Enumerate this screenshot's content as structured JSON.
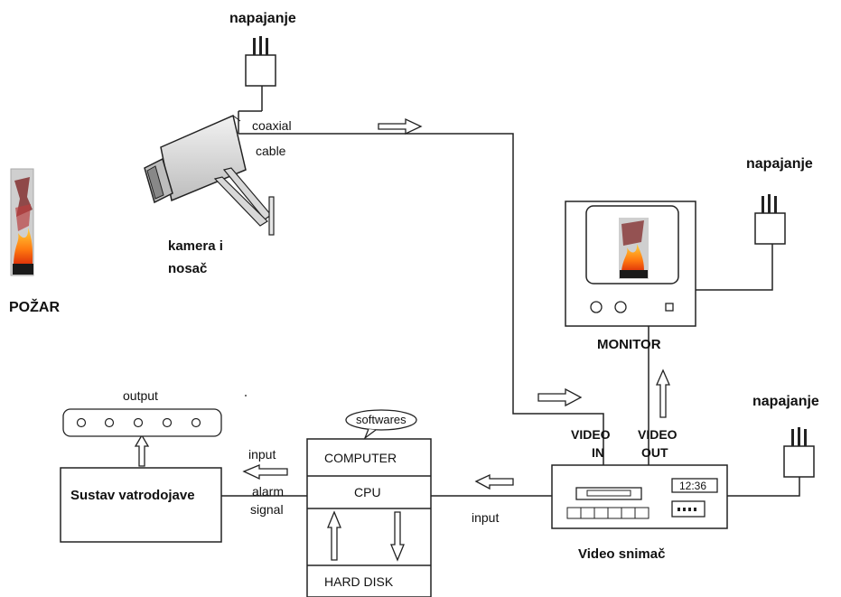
{
  "labels": {
    "power_top": "napajanje",
    "power_monitor": "napajanje",
    "power_recorder": "napajanje",
    "coaxial": "coaxial",
    "cable": "cable",
    "camera_line1": "kamera i",
    "camera_line2": "nosač",
    "fire": "POŽAR",
    "monitor": "MONITOR",
    "video_in_line1": "VIDEO",
    "video_in_line2": "IN",
    "video_out_line1": "VIDEO",
    "video_out_line2": "OUT",
    "recorder": "Video snimač",
    "recorder_time": "12:36",
    "output": "output",
    "fire_system": "Sustav vatrodojave",
    "input_left": "input",
    "alarm": "alarm",
    "signal": "signal",
    "softwares": "softwares",
    "computer": "COMPUTER",
    "cpu": "CPU",
    "hard_disk": "HARD DISK",
    "input_bottom": "input"
  }
}
